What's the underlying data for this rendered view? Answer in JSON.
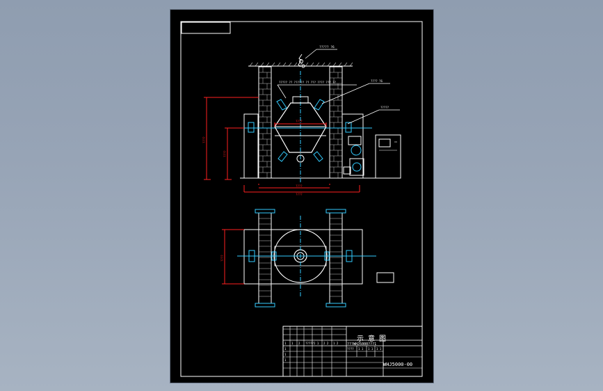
{
  "drawing": {
    "title_block": {
      "drawing_name": "示 意 图",
      "code_top": "???WHJ5000???1",
      "drawing_number": "WHJ5000-00",
      "row_cells": [
        "1",
        "1",
        "2",
        "?????",
        "2 1",
        "2 2",
        "1 2"
      ],
      "scale_cells": [
        "????",
        "1 1",
        "1 1",
        "1 1"
      ]
    },
    "annotations": {
      "top_callout": "????? ?6",
      "mid_callout": "????? ?? ?????? ?? ??? ???? ??? ??",
      "right_callout_1": "???? ?6",
      "right_callout_2": "?????"
    },
    "dimensions": {
      "overall_height": "????",
      "inner_height": "????",
      "span_inner": "????",
      "span_overall": "????",
      "vessel_diameter": "????",
      "plan_depth": "????"
    }
  }
}
